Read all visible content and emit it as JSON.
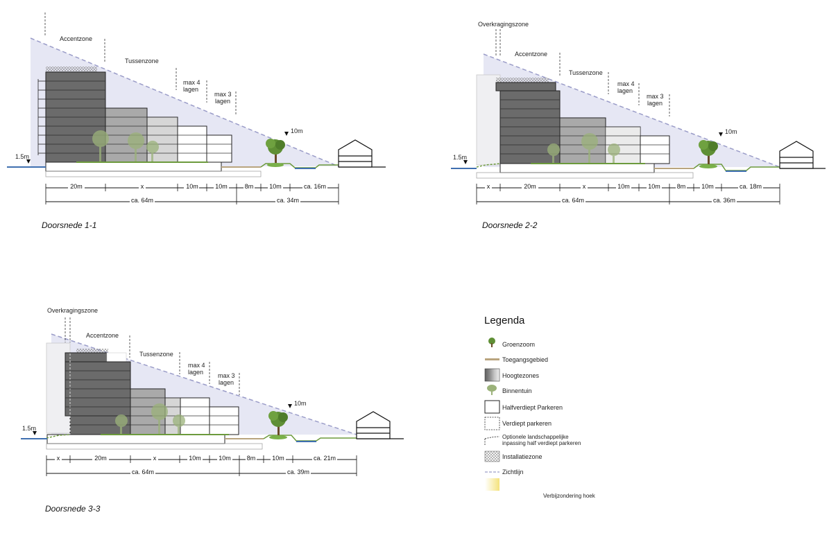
{
  "sections": [
    {
      "title": "Doorsnede 1-1",
      "labels": {
        "accent": "Accentzone",
        "tussen": "Tussenzone",
        "max4_a": "max 4",
        "max4_b": "lagen",
        "max3_a": "max 3",
        "max3_b": "lagen",
        "ten": "10m",
        "level": "1.5m"
      },
      "dims_top": [
        "20m",
        "x",
        "10m",
        "10m",
        "8m",
        "10m",
        "ca. 16m"
      ],
      "dims_bottom": [
        "ca. 64m",
        "ca. 34m"
      ]
    },
    {
      "title": "Doorsnede 2-2",
      "labels": {
        "overkraging": "Overkragingszone",
        "accent": "Accentzone",
        "tussen": "Tussenzone",
        "max4_a": "max 4",
        "max4_b": "lagen",
        "max3_a": "max 3",
        "max3_b": "lagen",
        "ten": "10m",
        "level": "1.5m"
      },
      "dims_top": [
        "x",
        "20m",
        "x",
        "10m",
        "10m",
        "8m",
        "10m",
        "ca. 18m"
      ],
      "dims_bottom": [
        "ca. 64m",
        "ca. 36m"
      ]
    },
    {
      "title": "Doorsnede 3-3",
      "labels": {
        "overkraging": "Overkragingszone",
        "accent": "Accentzone",
        "tussen": "Tussenzone",
        "max4_a": "max 4",
        "max4_b": "lagen",
        "max3_a": "max 3",
        "max3_b": "lagen",
        "ten": "10m",
        "level": "1.5m"
      },
      "dims_top": [
        "x",
        "20m",
        "x",
        "10m",
        "10m",
        "8m",
        "10m",
        "ca. 21m"
      ],
      "dims_bottom": [
        "ca. 64m",
        "ca. 39m"
      ]
    }
  ],
  "legend": {
    "title": "Legenda",
    "items": [
      "Groenzoom",
      "Toegangsgebied",
      "Hoogtezones",
      "Binnentuin",
      "Halfverdiept Parkeren",
      "Verdiept parkeren",
      "Optionele landschappelijke",
      "inpassing half verdiept parkeren",
      "Installatiezone",
      "Zichtlijn",
      "Verbijzondering hoek"
    ]
  },
  "colors": {
    "sky_wedge": "#e6e7f4",
    "sightline": "#9a9cc8",
    "tower_dark": "#6b6b6b",
    "tower_mid": "#a9a9a9",
    "tower_light": "#d6d6d6",
    "green": "#6c9a3c",
    "tree": "#5f8f35",
    "water": "#3f6fb0",
    "access": "#b9a47e",
    "accent_yellow": "#f4e27c"
  }
}
